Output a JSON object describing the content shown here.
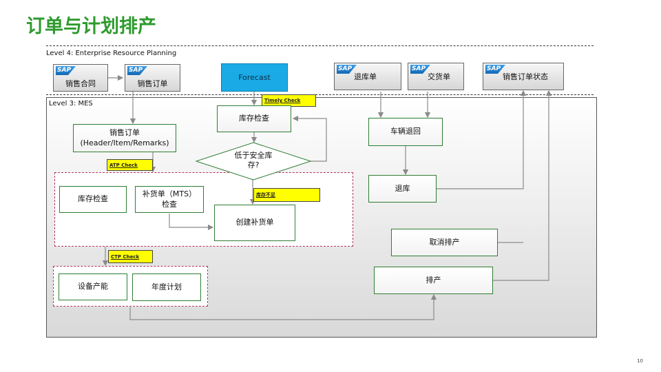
{
  "title": "订单与计划排产",
  "level4": "Level 4: Enterprise Resource Planning",
  "level3": "Level 3: MES",
  "sap_logo": "SAP",
  "sap_boxes": {
    "contract": "销售合同",
    "order": "销售订单",
    "return_order": "退库单",
    "delivery": "交货单",
    "order_status": "销售订单状态"
  },
  "forecast": "Forecast",
  "checks": {
    "timely": "Timely Check",
    "atp": "ATP Check",
    "ctp": "CTP Check",
    "shortage": "库存不足"
  },
  "mes_boxes": {
    "sales_order_line1": "销售订单",
    "sales_order_line2": "(Header/Item/Remarks)",
    "stock_check_top": "库存检查",
    "decision_line1": "低于安全库",
    "decision_line2": "存?",
    "stock_check": "库存检查",
    "replenish_line1": "补货单（MTS）",
    "replenish_line2": "检查",
    "create_replenish": "创建补货单",
    "capacity": "设备产能",
    "annual_plan": "年度计划",
    "vehicle_return": "车辆退回",
    "return_stock": "退库",
    "cancel_schedule": "取消排产",
    "schedule": "排产"
  },
  "page_number": "10",
  "colors": {
    "title": "#2e9a2e",
    "box_border": "#2e7d32",
    "forecast": "#1aabe6",
    "check": "#ffff00",
    "zone_border": "#b03060"
  }
}
